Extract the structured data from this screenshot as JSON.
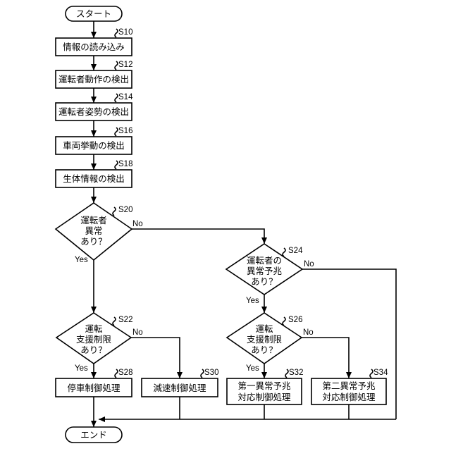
{
  "terminals": {
    "start": "スタート",
    "end": "エンド"
  },
  "steps": {
    "s10": {
      "id": "S10",
      "lines": [
        "情報の読み込み"
      ]
    },
    "s12": {
      "id": "S12",
      "lines": [
        "運転者動作の検出"
      ]
    },
    "s14": {
      "id": "S14",
      "lines": [
        "運転者姿勢の検出"
      ]
    },
    "s16": {
      "id": "S16",
      "lines": [
        "車両挙動の検出"
      ]
    },
    "s18": {
      "id": "S18",
      "lines": [
        "生体情報の検出"
      ]
    },
    "s20": {
      "id": "S20",
      "lines": [
        "運転者",
        "異常",
        "あり？"
      ]
    },
    "s22": {
      "id": "S22",
      "lines": [
        "運転",
        "支援制限",
        "あり？"
      ]
    },
    "s24": {
      "id": "S24",
      "lines": [
        "運転者の",
        "異常予兆",
        "あり？"
      ]
    },
    "s26": {
      "id": "S26",
      "lines": [
        "運転",
        "支援制限",
        "あり？"
      ]
    },
    "s28": {
      "id": "S28",
      "lines": [
        "停車制御処理"
      ]
    },
    "s30": {
      "id": "S30",
      "lines": [
        "減速制御処理"
      ]
    },
    "s32": {
      "id": "S32",
      "lines": [
        "第一異常予兆",
        "対応制御処理"
      ]
    },
    "s34": {
      "id": "S34",
      "lines": [
        "第二異常予兆",
        "対応制御処理"
      ]
    }
  },
  "branch_labels": {
    "yes": "Yes",
    "no": "No"
  }
}
